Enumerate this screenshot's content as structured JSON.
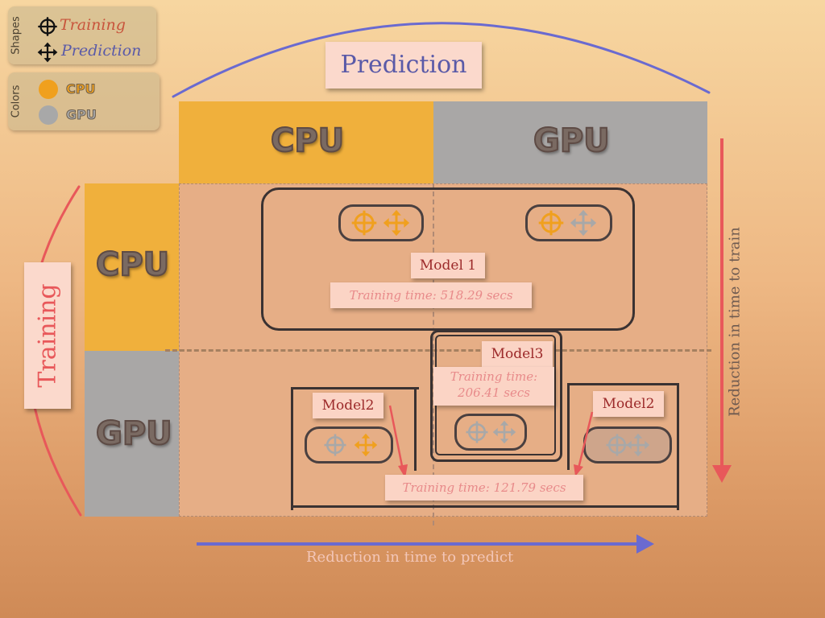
{
  "legend": {
    "shapes_title": "Shapes",
    "training_label": "Training",
    "prediction_label": "Prediction",
    "colors_title": "Colors",
    "cpu_label": "CPU",
    "gpu_label": "GPU"
  },
  "axes": {
    "top_title": "Prediction",
    "left_title": "Training",
    "bottom_axis": "Reduction in time to predict",
    "right_axis": "Reduction in time to train"
  },
  "columns": [
    "CPU",
    "GPU"
  ],
  "rows": [
    "CPU",
    "GPU"
  ],
  "models": {
    "model1_label": "Model 1",
    "model1_time": "Training time: 518.29 secs",
    "model3_label": "Model3",
    "model3_time_line1": "Training time:",
    "model3_time_line2": "206.41 secs",
    "model2_label_left": "Model2",
    "model2_label_right": "Model2",
    "model2_time": "Training time: 121.79 secs"
  },
  "icons": {
    "training_shape": "crosshair-circle-icon",
    "prediction_shape": "four-way-arrow-icon"
  },
  "colors": {
    "cpu": "#f0a01e",
    "gpu": "#a8a8a8",
    "training_text": "#c8543c",
    "prediction_text": "#5a5aa8",
    "arrow_red": "#e8585a",
    "arrow_blue": "#6a6ad0",
    "cell_cpu": "#f0b03c",
    "cell_gpu": "#a9a7a6"
  }
}
